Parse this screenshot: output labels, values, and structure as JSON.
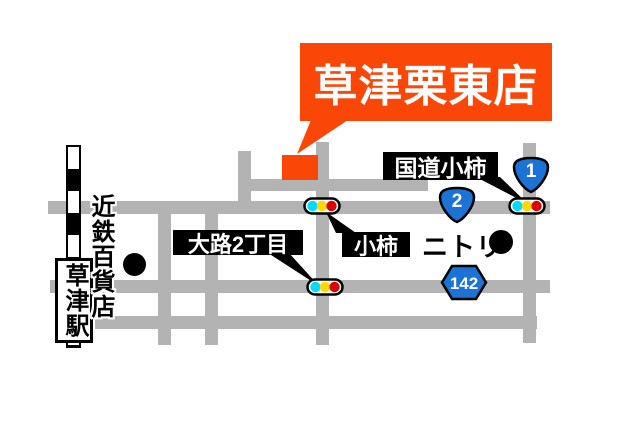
{
  "title_bubble": {
    "label": "草津栗東店"
  },
  "intersections": {
    "kokudo_kogaki": {
      "label": "国道小柿"
    },
    "kogaki": {
      "label": "小柿"
    },
    "oji_2chome": {
      "label": "大路2丁目"
    }
  },
  "landmarks": {
    "kusatsu_station": {
      "label": "草津駅"
    },
    "kintetsu_dept_store": {
      "label": "近鉄百貨店"
    },
    "nitori": {
      "label": "ニトリ"
    }
  },
  "route_shields": {
    "national_route_1": {
      "number": "1"
    },
    "national_route_2": {
      "number": "2"
    },
    "prefectural_route_142": {
      "number": "142"
    }
  },
  "colors": {
    "store_accent_orange": "#fa4708",
    "road_gray": "#b3b3b3",
    "route_shield_blue": "#1b73d6",
    "signal_cyan": "#00dcff",
    "signal_yellow": "#ffd800",
    "signal_red": "#dd0000"
  }
}
